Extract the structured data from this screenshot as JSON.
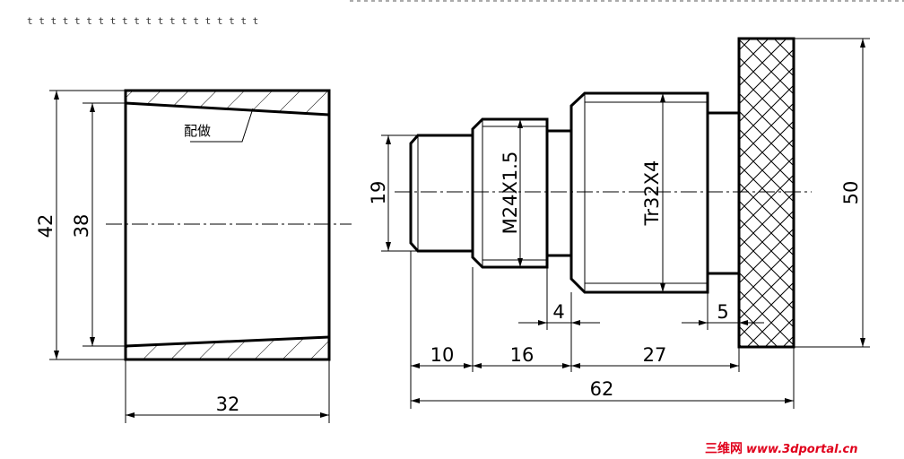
{
  "header_marks": "t t t t t t t t t t t t t t t t t t t t",
  "sleeve": {
    "note": "配做",
    "dims": {
      "outer": "42",
      "inner": "38",
      "length": "32"
    }
  },
  "shaft": {
    "dims": {
      "d1": "19",
      "thread1": "M24X1.5",
      "thread2": "Tr32X4",
      "d_flange": "50",
      "groove1": "4",
      "groove2": "5",
      "l1": "10",
      "l2": "16",
      "l3": "27",
      "total": "62"
    }
  },
  "watermark": {
    "cn": "三维网",
    "url": "www.3dportal.cn"
  }
}
